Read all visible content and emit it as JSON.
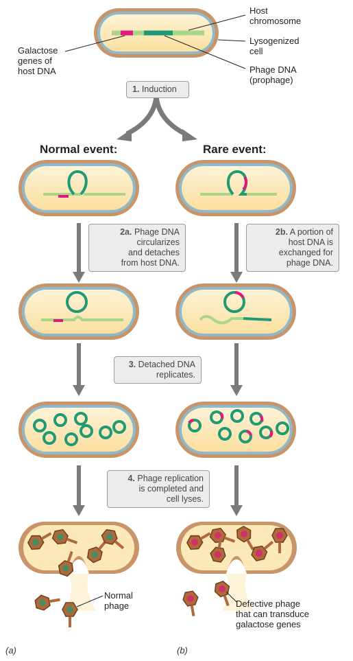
{
  "labels": {
    "host_chromosome": "Host\nchromosome",
    "lysogenized_cell": "Lysogenized\ncell",
    "galactose_genes": "Galactose\ngenes of\nhost DNA",
    "phage_dna": "Phage DNA\n(prophage)",
    "normal_phage": "Normal\nphage",
    "defective_phage": "Defective phage\nthat can transduce\ngalactose genes"
  },
  "steps": {
    "s1": {
      "num": "1.",
      "text": "Induction"
    },
    "s2a": {
      "num": "2a.",
      "text": "Phage DNA\ncircularizes\nand detaches\nfrom host DNA."
    },
    "s2b": {
      "num": "2b.",
      "text": "A portion of\nhost DNA is\nexchanged for\nphage DNA."
    },
    "s3": {
      "num": "3.",
      "text": "Detached DNA\nreplicates."
    },
    "s4": {
      "num": "4.",
      "text": "Phage replication\nis completed and\ncell lyses."
    }
  },
  "headers": {
    "normal": "Normal event:",
    "rare": "Rare event:"
  },
  "panels": {
    "a": "(a)",
    "b": "(b)"
  },
  "colors": {
    "cell_outer": "#c8956a",
    "cell_membrane": "#8fb8c8",
    "cytoplasm": "#fde9b8",
    "host_dna": "#a8d68a",
    "phage_dna": "#1f9a74",
    "galactose": "#e0197d",
    "arrow": "#7a7a7a"
  }
}
